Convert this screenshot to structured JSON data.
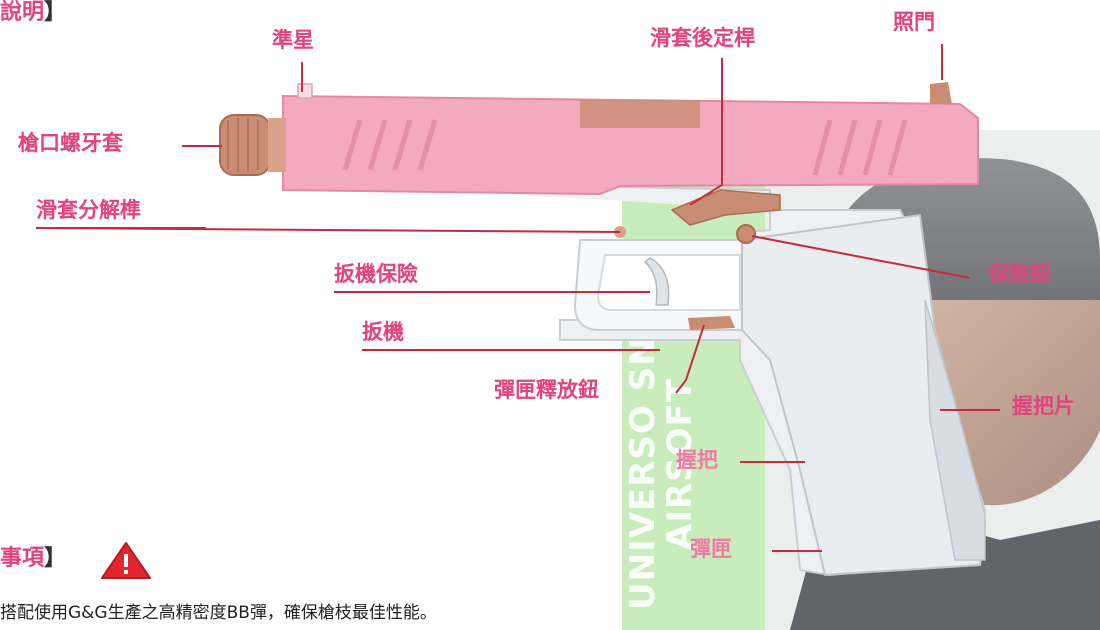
{
  "section_headers": {
    "top": "說明",
    "bottom": "事項",
    "bracket": "】"
  },
  "labels": {
    "front_sight": "準星",
    "slide_stop": "滑套後定桿",
    "rear_sight": "照門",
    "muzzle_thread": "槍口螺牙套",
    "takedown_lever": "滑套分解榫",
    "trigger_safety": "扳機保險",
    "trigger": "扳機",
    "safety_button": "保險鈕",
    "mag_release": "彈匣釋放鈕",
    "grip_panel": "握把片",
    "grip": "握把",
    "magazine": "彈匣"
  },
  "note_text": "搭配使用G&G生產之高精密度BB彈，確保槍枝最佳性能。",
  "watermark": {
    "line1": "UNIVERSO SNIPER",
    "line2": "AIRSOFT"
  },
  "colors": {
    "accent": "#e2437f",
    "slide": "#f3a9bf",
    "rose_gold": "#c98d73",
    "frame": "#eef1f3",
    "watermark_green": "#b7e6a6",
    "leader": "#c9283f"
  }
}
